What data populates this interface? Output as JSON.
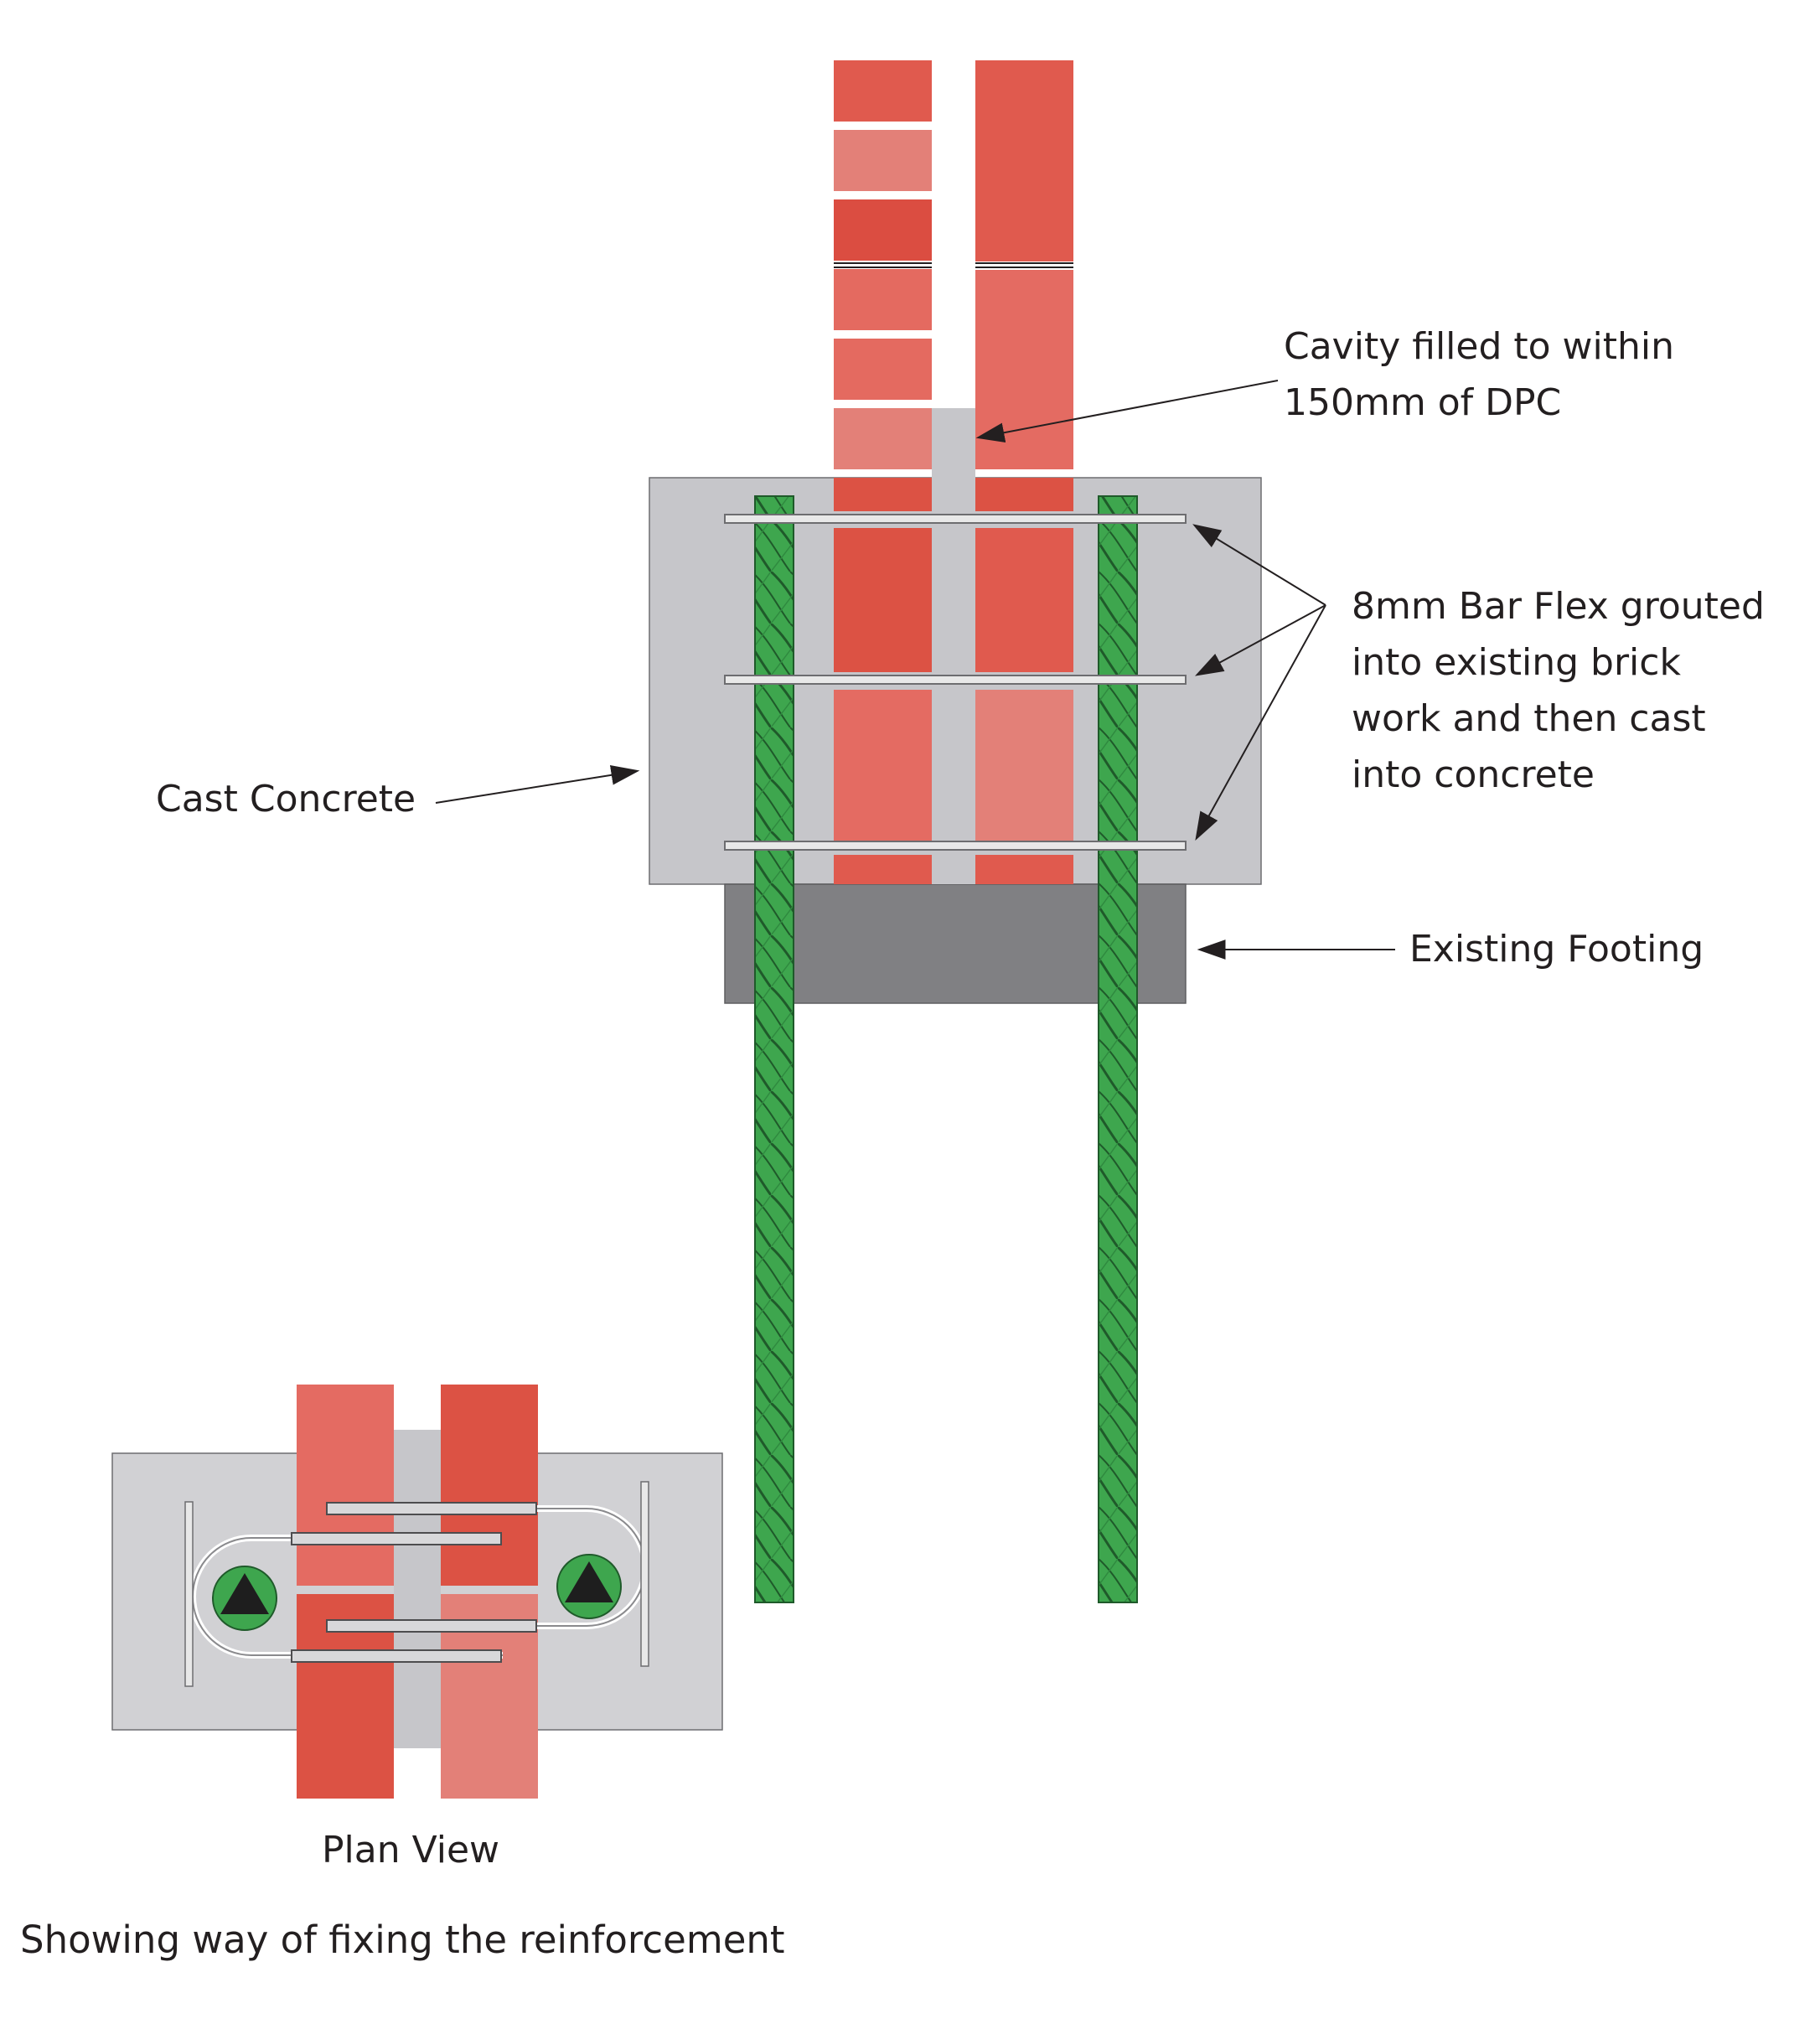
{
  "labels": {
    "cavity_line1": "Cavity filled to within",
    "cavity_line2": "150mm of DPC",
    "barflex_line1": "8mm Bar Flex grouted",
    "barflex_line2": "into existing brick",
    "barflex_line3": "work and then cast",
    "barflex_line4": "into concrete",
    "cast_concrete": "Cast Concrete",
    "existing_footing": "Existing Footing",
    "plan_view": "Plan View",
    "caption": "Showing way of fixing the reinforcement"
  },
  "colors": {
    "concrete": "#c6c6ca",
    "footing": "#808083",
    "rebar": "#3ea64e",
    "rebar_dark": "#1f5a2a",
    "brick_light": "#e3807a",
    "brick_mid": "#e46b62",
    "brick_dark": "#dc5244",
    "tie": "#e8e8e8"
  },
  "icons": {
    "marker": "triangle-in-circle-icon"
  }
}
